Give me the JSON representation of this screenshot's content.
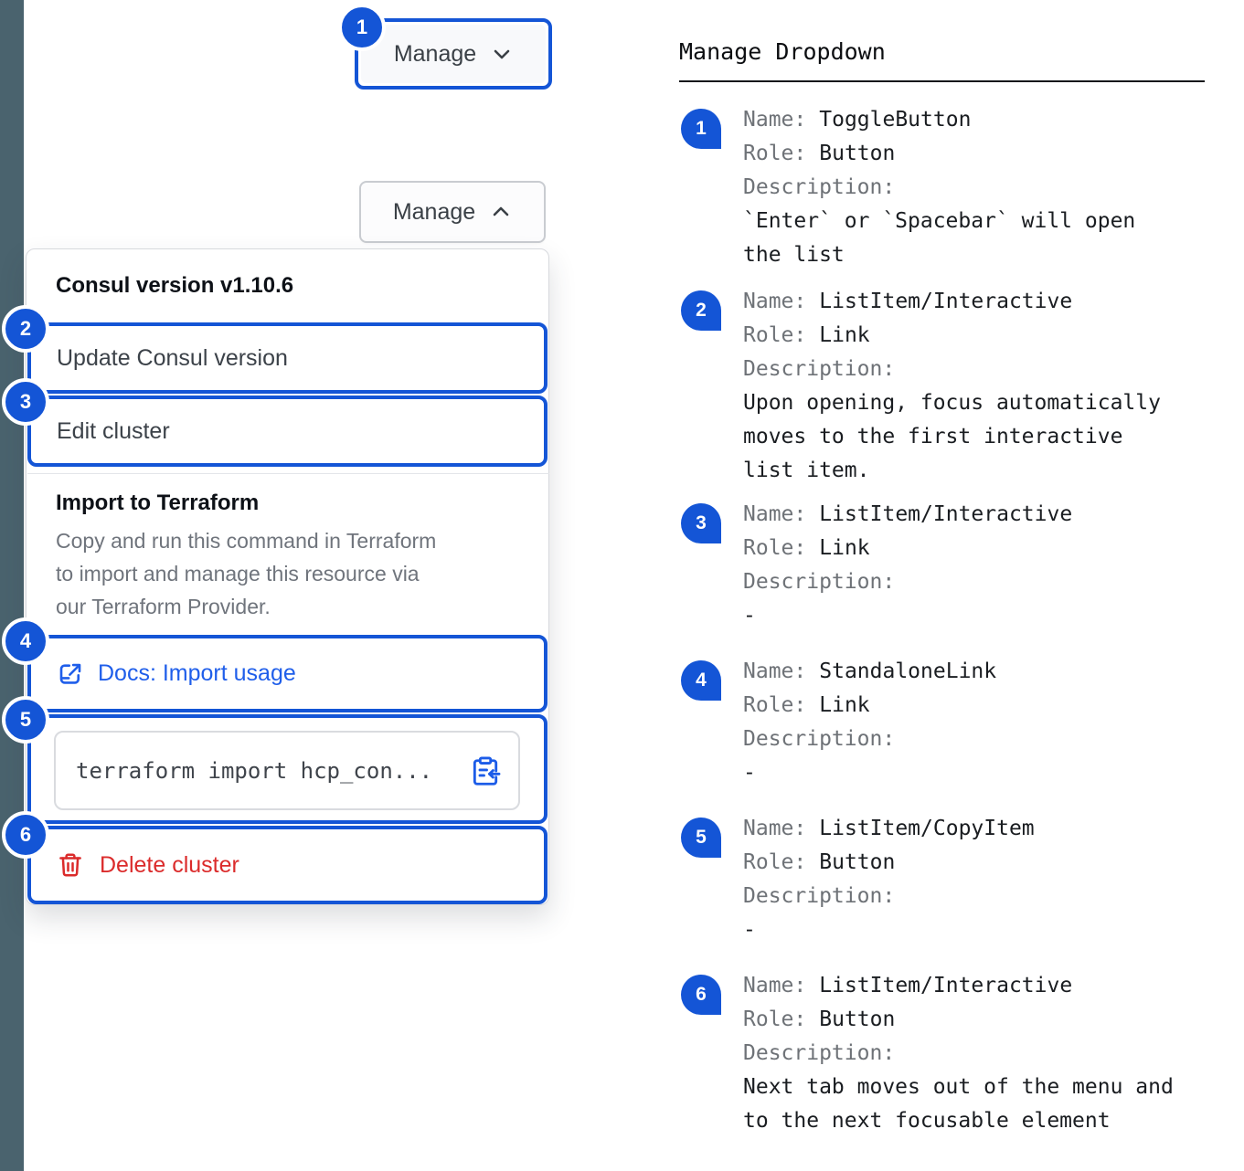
{
  "demo": {
    "manage_button_focused": {
      "badge": "1",
      "label": "Manage"
    },
    "manage_button_open": {
      "label": "Manage"
    },
    "menu": {
      "section_version_title": "Consul version v1.10.6",
      "update_item": {
        "badge": "2",
        "label": "Update Consul version"
      },
      "edit_item": {
        "badge": "3",
        "label": "Edit cluster"
      },
      "terraform_title": "Import to Terraform",
      "terraform_description_lines": [
        "Copy and run this command in Terraform",
        "to import and manage this resource via",
        "our Terraform Provider."
      ],
      "docs_link": {
        "badge": "4",
        "label": "Docs: Import usage"
      },
      "code_item": {
        "badge": "5",
        "code": "terraform import hcp_con..."
      },
      "delete_item": {
        "badge": "6",
        "label": "Delete cluster"
      }
    }
  },
  "annotations": {
    "heading": "Manage Dropdown",
    "field_labels": {
      "name": "Name:",
      "role": "Role:",
      "description": "Description:"
    },
    "items": [
      {
        "number": "1",
        "name": "ToggleButton",
        "role": "Button",
        "description": "`Enter` or `Spacebar` will open the list"
      },
      {
        "number": "2",
        "name": "ListItem/Interactive",
        "role": "Link",
        "description": "Upon opening, focus automatically moves to the first interactive list item."
      },
      {
        "number": "3",
        "name": "ListItem/Interactive",
        "role": "Link",
        "description": "-"
      },
      {
        "number": "4",
        "name": "StandaloneLink",
        "role": "Link",
        "description": "-"
      },
      {
        "number": "5",
        "name": "ListItem/CopyItem",
        "role": "Button",
        "description": "-"
      },
      {
        "number": "6",
        "name": "ListItem/Interactive",
        "role": "Button",
        "description": "Next tab moves out of the menu and to the next focusable element"
      }
    ]
  },
  "icons": {
    "toggle_closed": "chevron-down",
    "toggle_open": "chevron-up",
    "docs_link": "docs-external-link",
    "copy_code": "clipboard-copy",
    "delete": "trash"
  },
  "colors": {
    "annotation_blue": "#1455D6",
    "link_blue": "#1F5EEA",
    "critical_red": "#DB2B2B",
    "sidebar_strip": "#4A636E"
  }
}
